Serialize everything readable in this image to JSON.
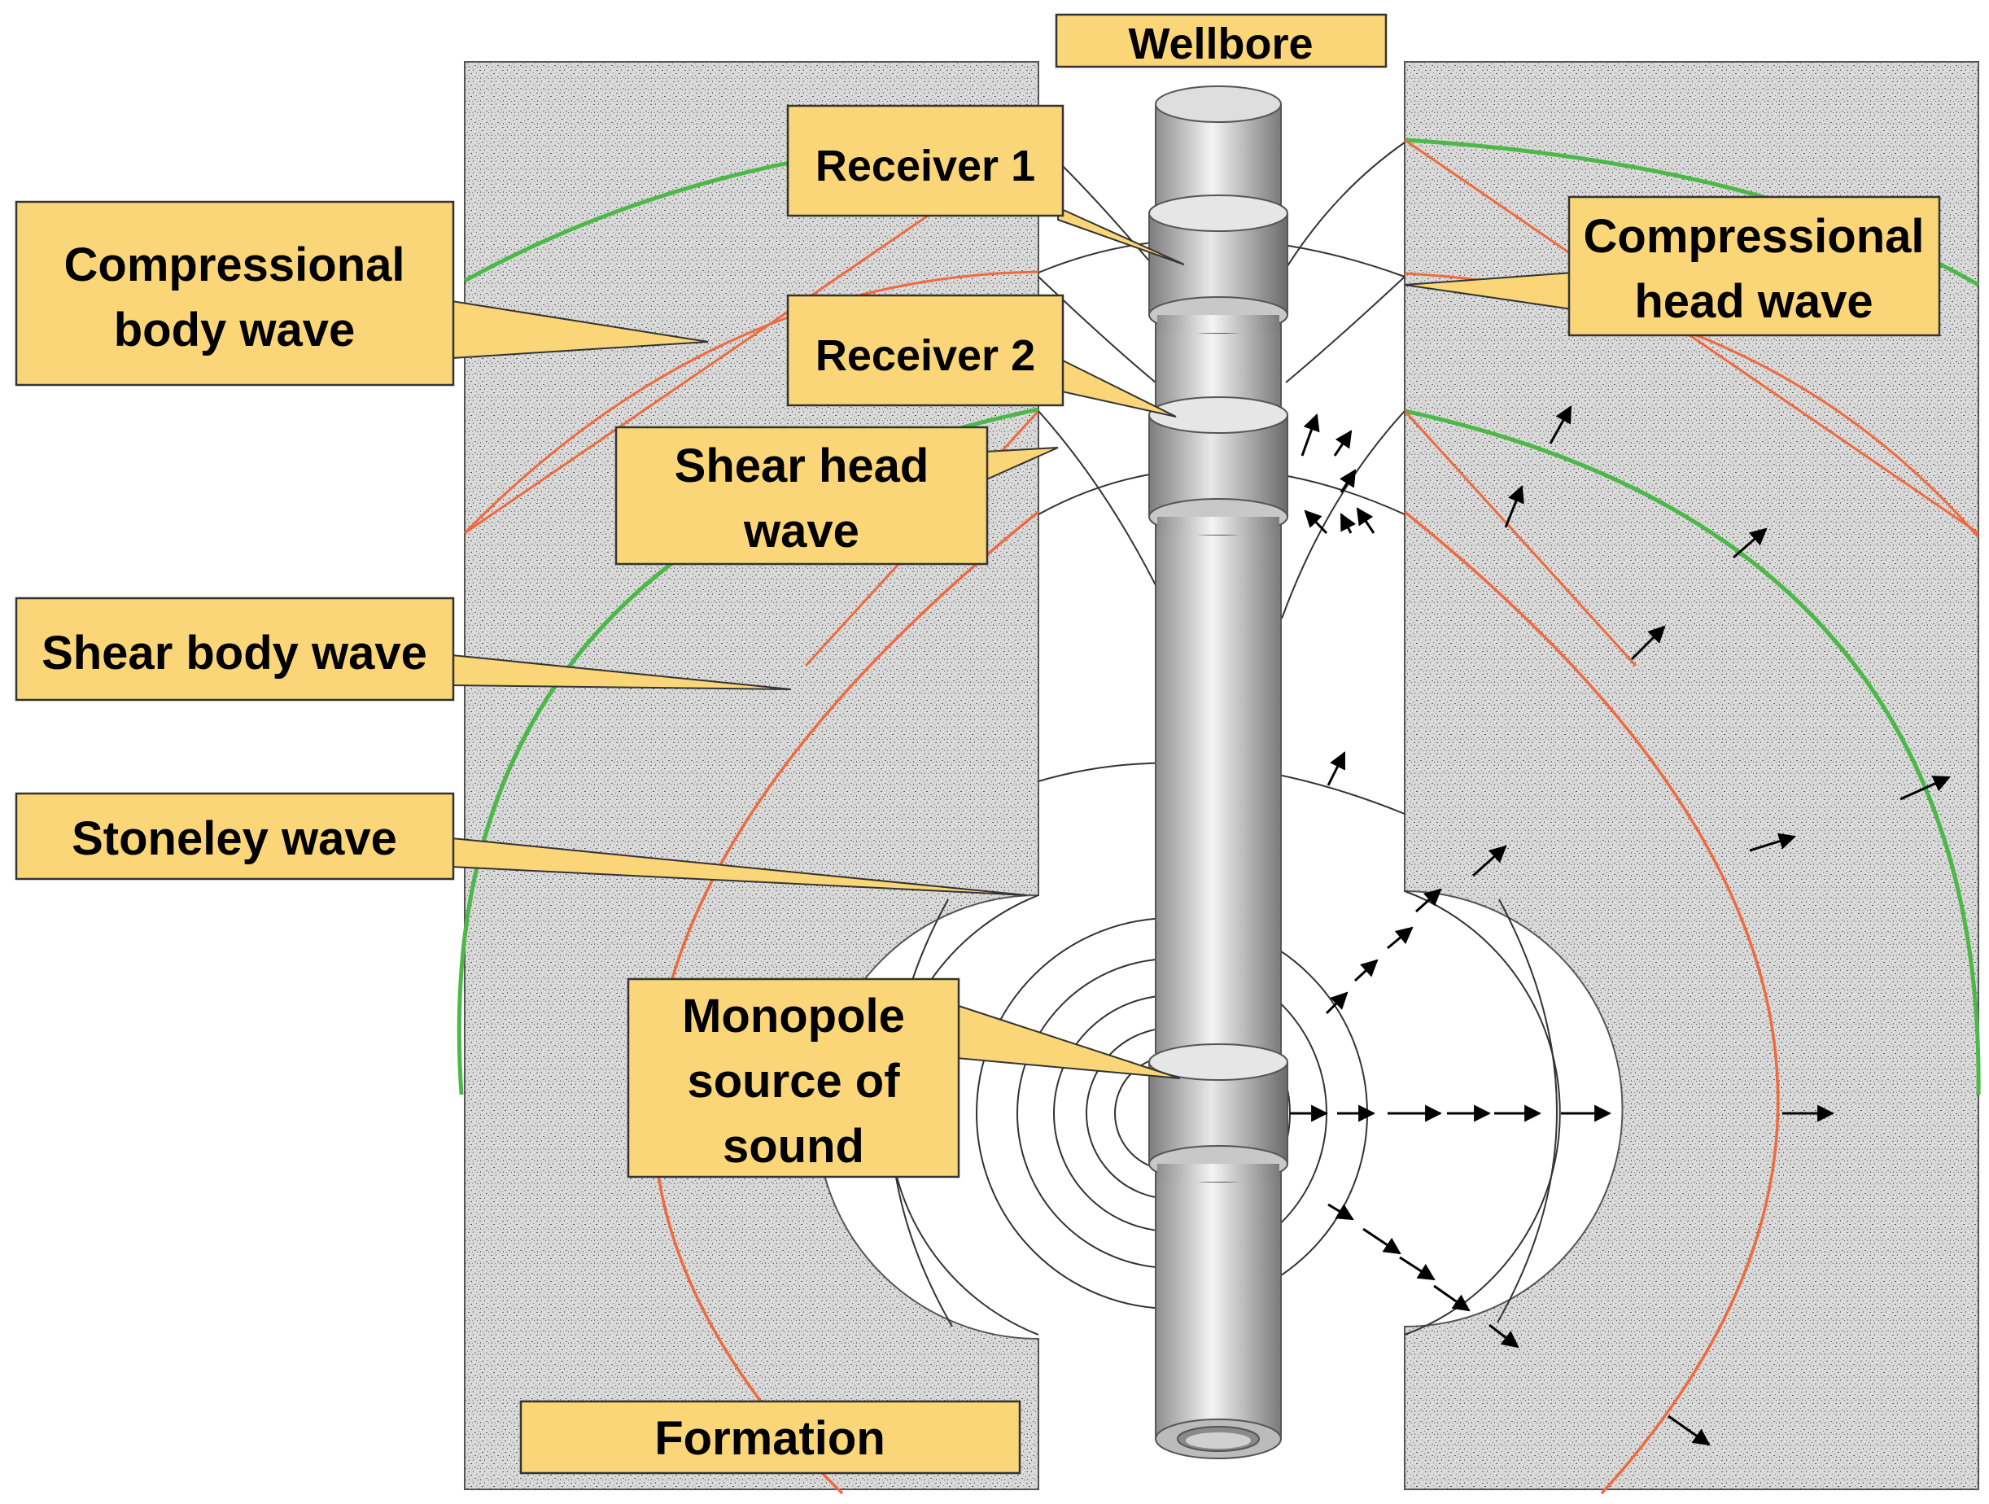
{
  "labels": {
    "wellbore": "Wellbore",
    "receiver1": "Receiver 1",
    "receiver2": "Receiver 2",
    "compressional_body_line1": "Compressional",
    "compressional_body_line2": "body wave",
    "compressional_head_line1": "Compressional",
    "compressional_head_line2": "head wave",
    "shear_head_line1": "Shear head",
    "shear_head_line2": "wave",
    "shear_body": "Shear body wave",
    "stoneley": "Stoneley wave",
    "monopole_line1": "Monopole",
    "monopole_line2": "source of",
    "monopole_line3": "sound",
    "formation": "Formation"
  },
  "colors": {
    "label_fill": "#fbd679",
    "label_border": "#333333",
    "compressional_front": "#4cb848",
    "shear_front": "#ee6a3f",
    "formation_fill": "#dcdcdc",
    "tool_body": "#bdbdbd"
  }
}
